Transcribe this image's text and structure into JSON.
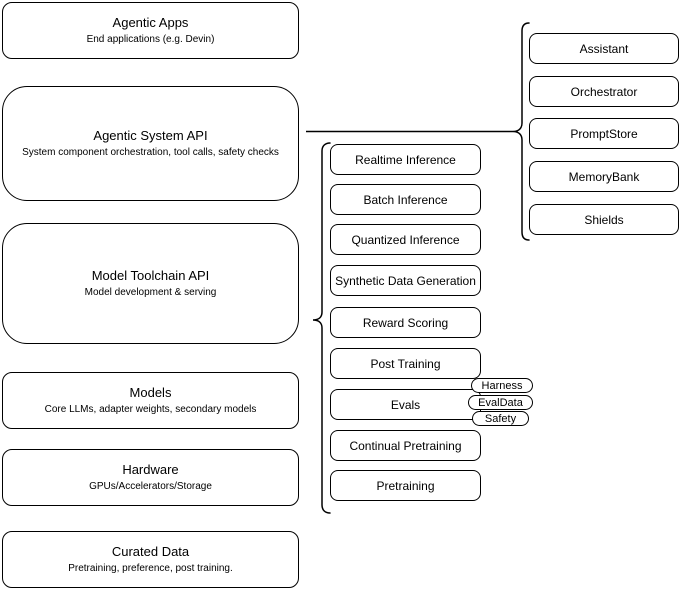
{
  "diagram": {
    "left_stack": [
      {
        "title": "Agentic Apps",
        "subtitle": "End applications (e.g. Devin)"
      },
      {
        "title": "Agentic System API",
        "subtitle": "System component orchestration, tool calls, safety checks"
      },
      {
        "title": "Model Toolchain API",
        "subtitle": "Model development & serving"
      },
      {
        "title": "Models",
        "subtitle": "Core LLMs, adapter weights, secondary models"
      },
      {
        "title": "Hardware",
        "subtitle": "GPUs/Accelerators/Storage"
      },
      {
        "title": "Curated Data",
        "subtitle": "Pretraining, preference, post training."
      }
    ],
    "toolchain_services": [
      "Realtime Inference",
      "Batch Inference",
      "Quantized Inference",
      "Synthetic Data Generation",
      "Reward Scoring",
      "Post Training",
      "Evals",
      "Continual Pretraining",
      "Pretraining"
    ],
    "eval_tags": [
      "Harness",
      "EvalData",
      "Safety"
    ],
    "system_services": [
      "Assistant",
      "Orchestrator",
      "PromptStore",
      "MemoryBank",
      "Shields"
    ],
    "colors": {
      "stroke": "#000000",
      "fill": "#ffffff",
      "text": "#000000"
    }
  }
}
